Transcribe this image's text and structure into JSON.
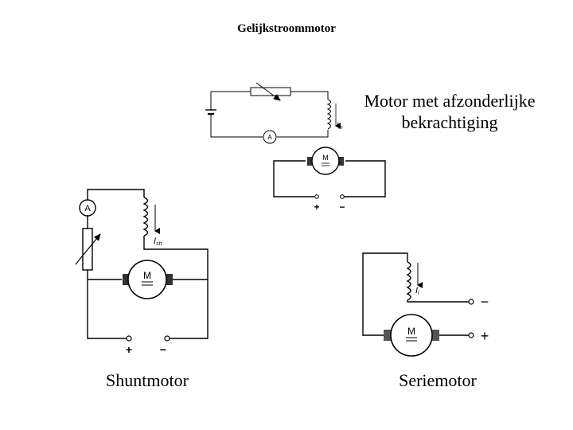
{
  "title": "Gelijkstroommotor",
  "diagrams": {
    "separate": {
      "label_lines": [
        "Motor met afzonderlijke",
        "bekrachtiging"
      ],
      "ammeter": "A",
      "motor": "M",
      "current": "I",
      "current_sub": "m",
      "plus": "+",
      "minus": "−"
    },
    "shunt": {
      "label": "Shuntmotor",
      "ammeter": "A",
      "motor": "M",
      "current": "I",
      "current_sub": "sh",
      "plus": "+",
      "minus": "−"
    },
    "series": {
      "label": "Seriemotor",
      "motor": "M",
      "current": "I",
      "current_sub": "i",
      "plus": "+",
      "minus": "−"
    }
  }
}
